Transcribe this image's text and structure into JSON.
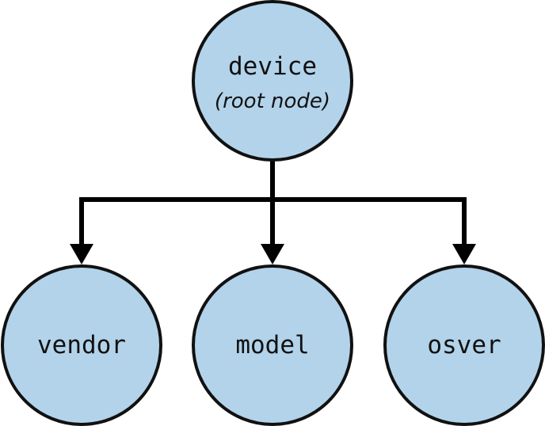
{
  "diagram": {
    "root": {
      "label": "device",
      "note": "(root node)"
    },
    "children": [
      {
        "label": "vendor"
      },
      {
        "label": "model"
      },
      {
        "label": "osver"
      }
    ],
    "colors": {
      "node_fill": "#b2d3ea",
      "node_stroke": "#111111",
      "edge": "#000000"
    }
  }
}
